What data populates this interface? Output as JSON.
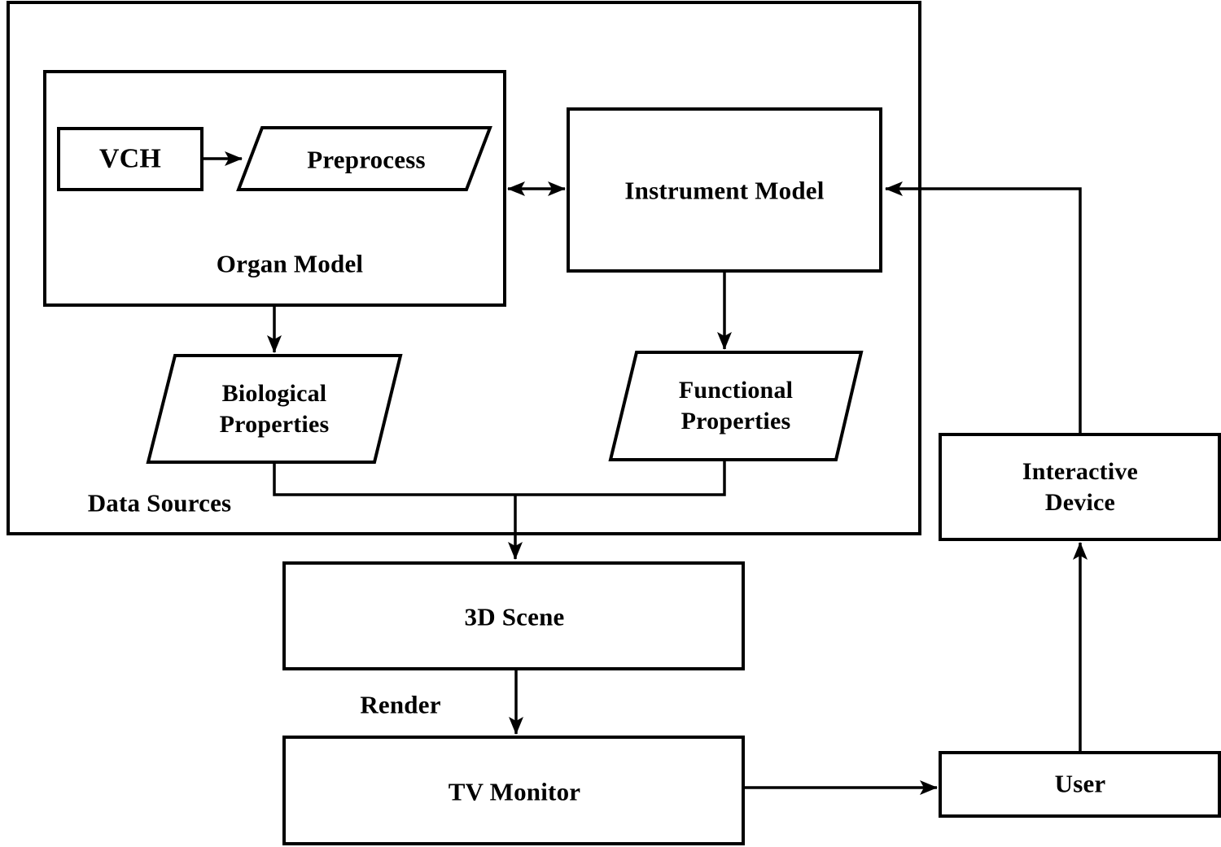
{
  "diagram": {
    "title": "Virtual surgery / visualization system flow diagram",
    "background_color": "#ffffff",
    "line_color": "#000000",
    "nodes": {
      "data_sources": {
        "label": "Data Sources",
        "shape": "container-rectangle"
      },
      "organ_model": {
        "label": "Organ Model",
        "shape": "container-rectangle"
      },
      "vch": {
        "label": "VCH",
        "shape": "rectangle"
      },
      "preprocess": {
        "label": "Preprocess",
        "shape": "parallelogram"
      },
      "instrument_model": {
        "label": "Instrument Model",
        "shape": "rectangle"
      },
      "biological_properties": {
        "label": "Biological\nProperties",
        "shape": "parallelogram"
      },
      "functional_properties": {
        "label": "Functional\nProperties",
        "shape": "parallelogram"
      },
      "scene_3d": {
        "label": "3D Scene",
        "shape": "rectangle"
      },
      "tv_monitor": {
        "label": "TV Monitor",
        "shape": "rectangle"
      },
      "interactive_device": {
        "label": "Interactive\nDevice",
        "shape": "rectangle"
      },
      "user": {
        "label": "User",
        "shape": "rectangle"
      }
    },
    "edge_labels": {
      "render": "Render"
    },
    "edges": [
      {
        "from": "vch",
        "to": "preprocess",
        "arrow": "forward"
      },
      {
        "from": "organ_model",
        "to": "instrument_model",
        "arrow": "bidirectional"
      },
      {
        "from": "organ_model",
        "to": "biological_properties",
        "arrow": "forward"
      },
      {
        "from": "instrument_model",
        "to": "functional_properties",
        "arrow": "forward"
      },
      {
        "from": "biological_properties",
        "to": "scene_3d",
        "arrow": "forward",
        "via": "merge-junction"
      },
      {
        "from": "functional_properties",
        "to": "scene_3d",
        "arrow": "forward",
        "via": "merge-junction"
      },
      {
        "from": "scene_3d",
        "to": "tv_monitor",
        "arrow": "forward",
        "label": "Render"
      },
      {
        "from": "tv_monitor",
        "to": "user",
        "arrow": "forward"
      },
      {
        "from": "user",
        "to": "interactive_device",
        "arrow": "forward"
      },
      {
        "from": "interactive_device",
        "to": "instrument_model",
        "arrow": "forward"
      }
    ]
  }
}
